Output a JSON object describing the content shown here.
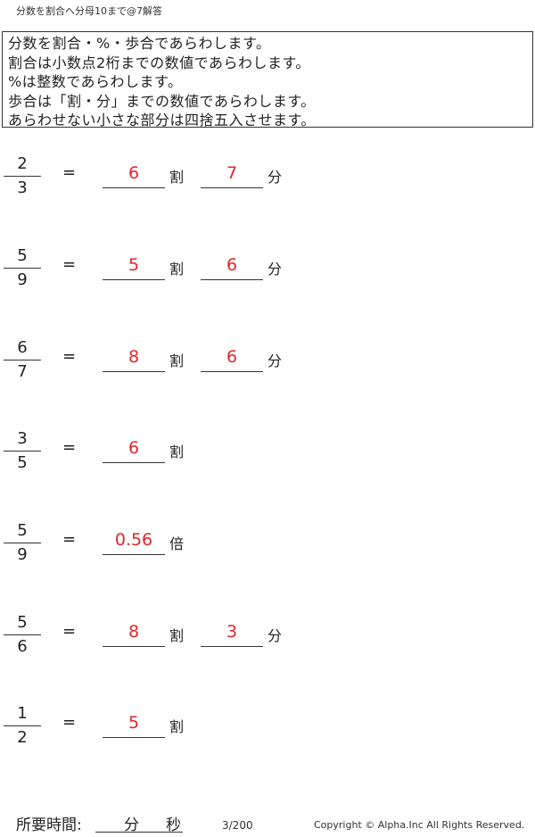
{
  "title": "分数を割合へ分母10まで@7解答",
  "instructions": [
    "分数を割合・%・歩合であらわします。",
    "割合は小数点2桁までの数値であらわします。",
    "%は整数であらわします。",
    "歩合は「割・分」までの数値であらわします。",
    "あらわせない小さな部分は四捨五入させます。"
  ],
  "problems": [
    {
      "numerator": "2",
      "denominator": "3",
      "equals": "=",
      "answer1": "6",
      "unit1": "割",
      "answer2": "7",
      "unit2": "分"
    },
    {
      "numerator": "5",
      "denominator": "9",
      "equals": "=",
      "answer1": "5",
      "unit1": "割",
      "answer2": "6",
      "unit2": "分"
    },
    {
      "numerator": "6",
      "denominator": "7",
      "equals": "=",
      "answer1": "8",
      "unit1": "割",
      "answer2": "6",
      "unit2": "分"
    },
    {
      "numerator": "3",
      "denominator": "5",
      "equals": "=",
      "answer1": "6",
      "unit1": "割"
    },
    {
      "numerator": "5",
      "denominator": "9",
      "equals": "=",
      "answer1": "0.56",
      "unit1": "倍"
    },
    {
      "numerator": "5",
      "denominator": "6",
      "equals": "=",
      "answer1": "8",
      "unit1": "割",
      "answer2": "3",
      "unit2": "分"
    },
    {
      "numerator": "1",
      "denominator": "2",
      "equals": "=",
      "answer1": "5",
      "unit1": "割"
    }
  ],
  "footer": {
    "time_label": "所要時間:",
    "minutes_label": "分",
    "seconds_label": "秒",
    "page": "3/200",
    "copyright": "Copyright ©  Alpha.Inc All Rights Reserved."
  },
  "colors": {
    "answer": "#e0262c"
  }
}
